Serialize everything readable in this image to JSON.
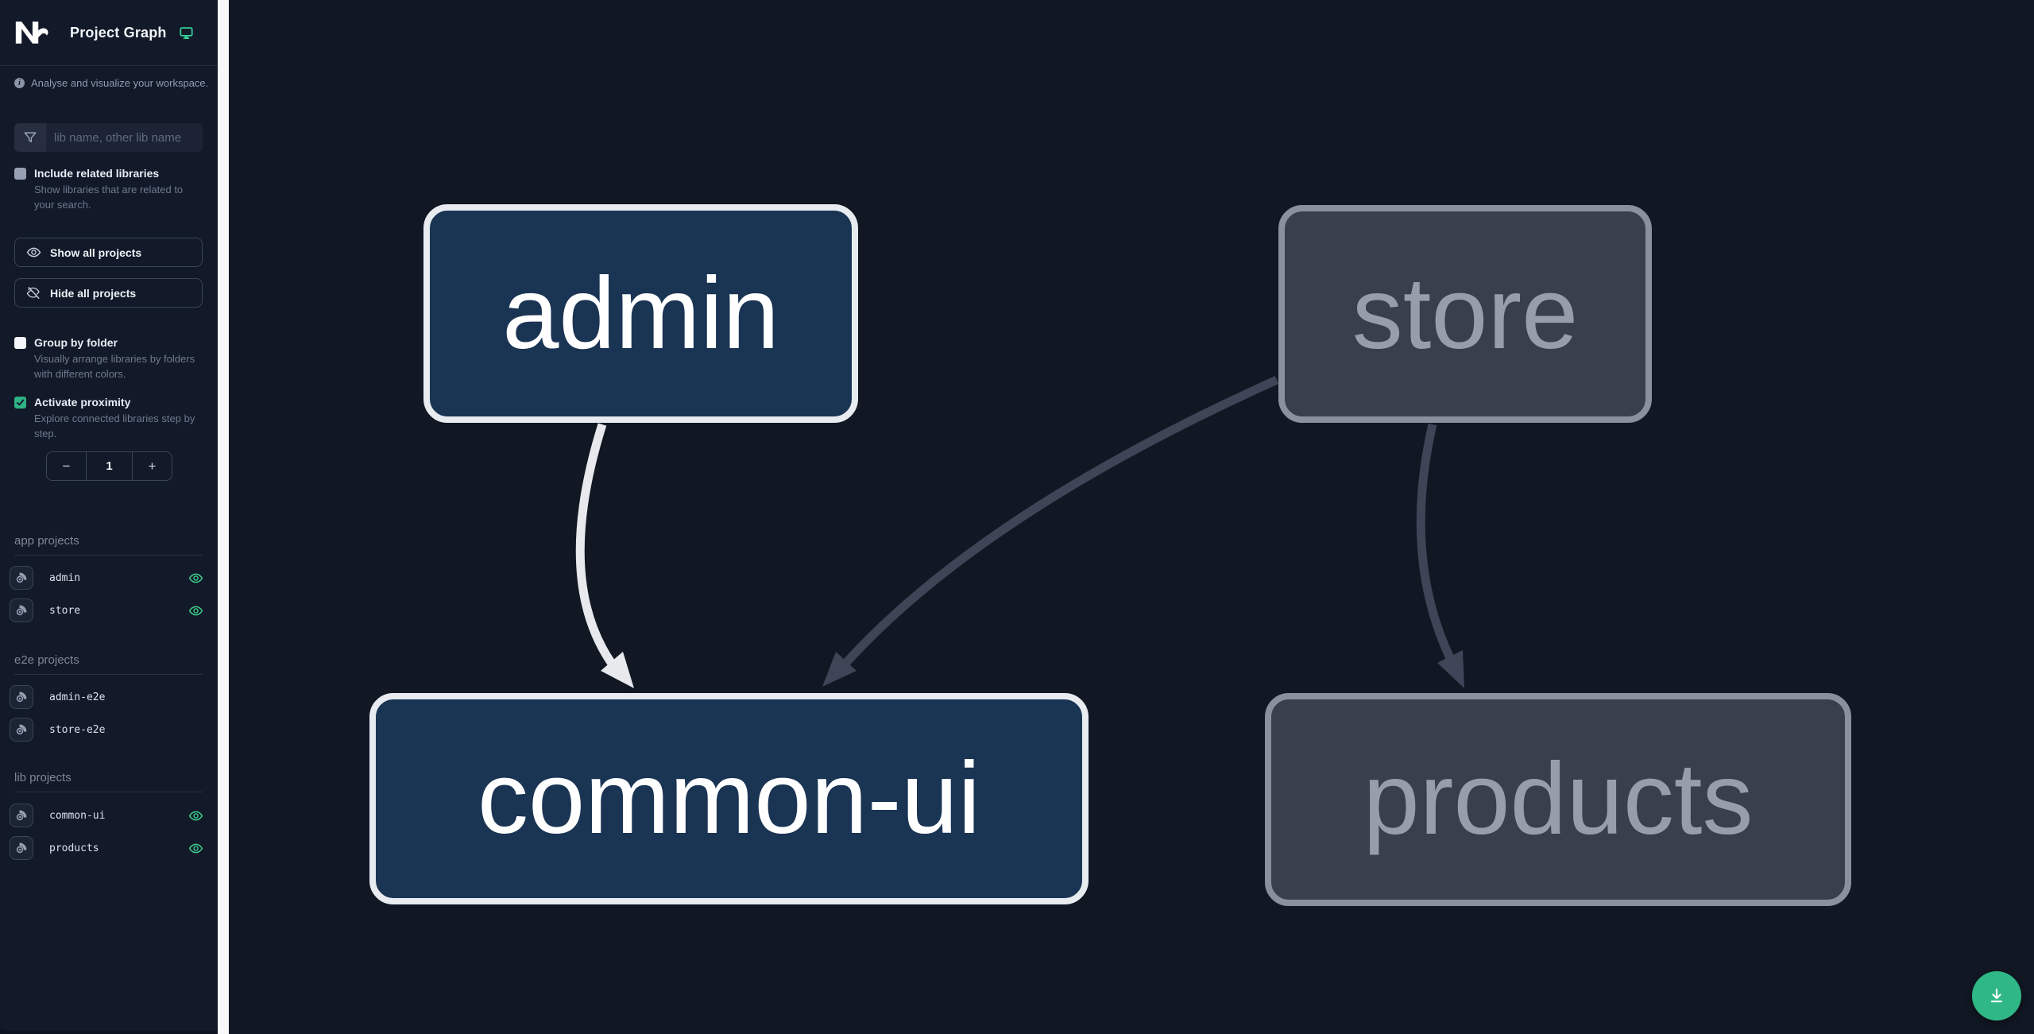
{
  "header": {
    "title": "Project Graph"
  },
  "info": {
    "text": "Analyse and visualize your workspace."
  },
  "search": {
    "placeholder": "lib name, other lib name",
    "value": ""
  },
  "options": {
    "include_related": {
      "label": "Include related libraries",
      "description": "Show libraries that are related to your search.",
      "checked": false
    },
    "group_by_folder": {
      "label": "Group by folder",
      "description": "Visually arrange libraries by folders with different colors.",
      "checked": false
    },
    "activate_proximity": {
      "label": "Activate proximity",
      "description": "Explore connected libraries step by step.",
      "checked": true
    }
  },
  "buttons": {
    "show_all": "Show all projects",
    "hide_all": "Hide all projects"
  },
  "proximity_stepper": {
    "decrement": "−",
    "value": "1",
    "increment": "+"
  },
  "sections": [
    {
      "title": "app projects",
      "items": [
        {
          "name": "admin",
          "visible": true
        },
        {
          "name": "store",
          "visible": true
        }
      ]
    },
    {
      "title": "e2e projects",
      "items": [
        {
          "name": "admin-e2e",
          "visible": false
        },
        {
          "name": "store-e2e",
          "visible": false
        }
      ]
    },
    {
      "title": "lib projects",
      "items": [
        {
          "name": "common-ui",
          "visible": true
        },
        {
          "name": "products",
          "visible": true
        }
      ]
    }
  ],
  "graph": {
    "nodes": [
      {
        "id": "admin",
        "label": "admin",
        "state": "highlighted"
      },
      {
        "id": "store",
        "label": "store",
        "state": "faded"
      },
      {
        "id": "common-ui",
        "label": "common-ui",
        "state": "highlighted"
      },
      {
        "id": "products",
        "label": "products",
        "state": "faded"
      }
    ],
    "edges": [
      {
        "from": "admin",
        "to": "common-ui",
        "state": "highlighted"
      },
      {
        "from": "store",
        "to": "common-ui",
        "state": "faded"
      },
      {
        "from": "store",
        "to": "products",
        "state": "faded"
      }
    ]
  },
  "colors": {
    "accent_teal": "#34d399",
    "eye_green": "#3ecf8e",
    "checkbox_teal": "#2fb285",
    "fab_green": "#2fb885",
    "node_highlight_fill": "#1a3453",
    "node_highlight_border": "#e8ebef",
    "node_faded_fill": "#3a3f4d",
    "node_faded_border": "#8b919c",
    "edge_highlight": "#e7e9ec",
    "edge_faded": "#3d4556",
    "sidebar_bg": "#121928",
    "canvas_bg": "#111723"
  }
}
